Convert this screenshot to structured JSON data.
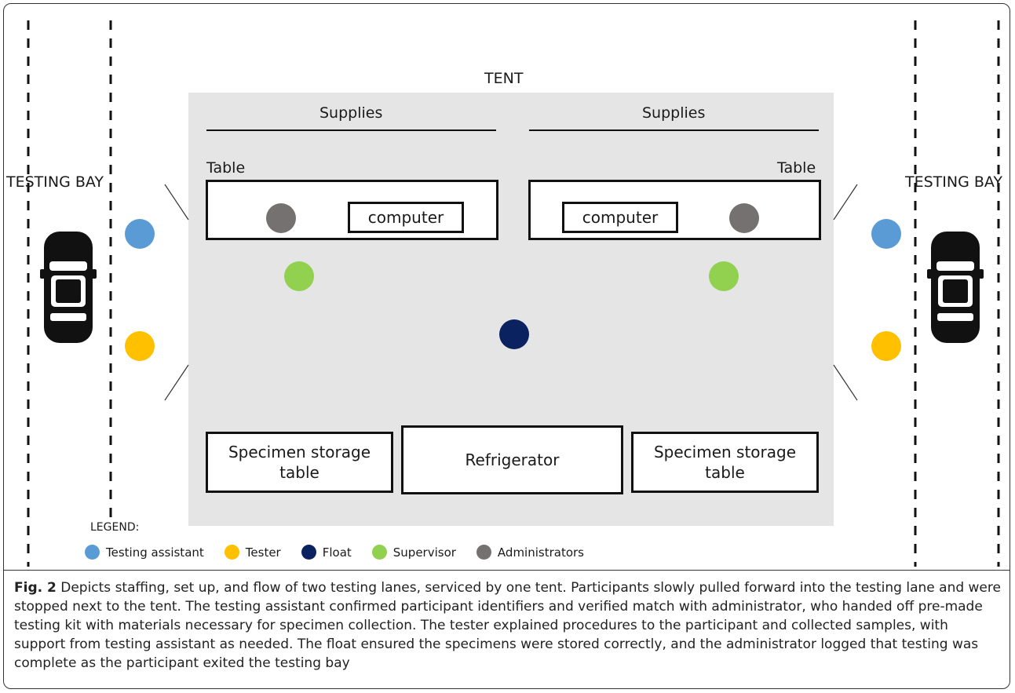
{
  "tent": {
    "title": "TENT"
  },
  "supplies": {
    "left": "Supplies",
    "right": "Supplies"
  },
  "tables": {
    "left": "Table",
    "right": "Table"
  },
  "computers": {
    "left": "computer",
    "right": "computer"
  },
  "bays": {
    "left": "TESTING BAY",
    "right": "TESTING BAY"
  },
  "storage": {
    "left": "Specimen storage table",
    "middle": "Refrigerator",
    "right": "Specimen storage table"
  },
  "legend": {
    "title": "LEGEND:",
    "items": [
      {
        "label": "Testing assistant",
        "color": "#5B9BD5"
      },
      {
        "label": "Tester",
        "color": "#FFC000"
      },
      {
        "label": "Float",
        "color": "#0B2260"
      },
      {
        "label": "Supervisor",
        "color": "#92D050"
      },
      {
        "label": "Administrators",
        "color": "#767171"
      }
    ]
  },
  "colors": {
    "tent_fill": "#E5E5E5",
    "testing_assistant": "#5B9BD5",
    "tester": "#FFC000",
    "float": "#0B2260",
    "supervisor": "#92D050",
    "administrator": "#767171"
  },
  "caption": {
    "label": "Fig. 2",
    "text": "Depicts staffing, set up, and flow of two testing lanes, serviced by one tent. Participants slowly pulled forward into the testing lane and were stopped next to the tent. The testing assistant confirmed participant identifiers and verified match with administrator, who handed off pre-made testing kit with materials necessary for specimen collection. The tester explained procedures to the participant and collected samples, with support from testing assistant as needed. The float ensured the specimens were stored correctly, and the administrator logged that testing was complete as the participant exited the testing bay"
  }
}
